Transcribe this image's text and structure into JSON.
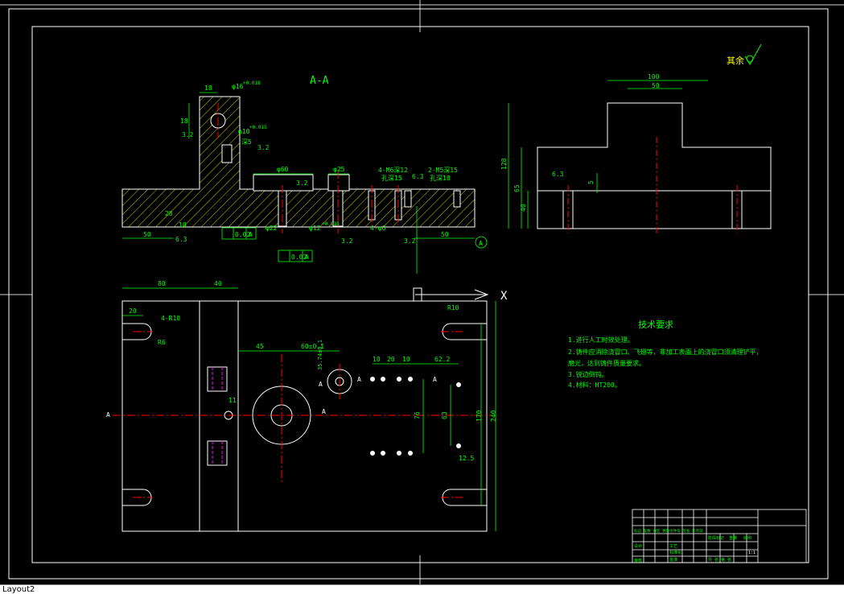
{
  "colors": {
    "background": "#000000",
    "geometry": "#ffffff",
    "dimension": "#00ff00",
    "centerline": "#ff0000",
    "hatch": "#ffff00",
    "text": "#00ff00",
    "hidden": "#ff00ff"
  },
  "statusbar": {
    "layout_tab": "Layout2"
  },
  "drawing": {
    "section_title": "A-A",
    "roughness_rest": "其余",
    "tech_title": "技术要求",
    "tech_notes": [
      "1.进行人工时效处理。",
      "2.铸件应消除浇冒口、飞翅等，非加工表面上的浇冒口须清理铲平，",
      "    磨光，达到铸件质量要求。",
      "3.锐边倒钝。",
      "4.材料：HT200。"
    ],
    "axis_x": "X",
    "front_dims": {
      "d18": "18",
      "phi16": "φ16",
      "tol1": "+0.018",
      "d18v": "18",
      "r32a": "3.2",
      "phi10": "φ10",
      "tol2": "+0.015",
      "deep5": "深5",
      "r32b": "3.2",
      "phi60": "φ60",
      "phi25": "φ25",
      "m6": "4-M6深12",
      "m6b": "孔深15",
      "r63": "6.3",
      "m5": "2-M5深15",
      "m5b": "孔深18",
      "r32c": "3.2",
      "d28": "28",
      "d10": "10",
      "d50a": "50",
      "r63b": "6.3",
      "gtol1": "0.02",
      "datumA1": "A",
      "phi22": "φ22",
      "phi12": "φ12",
      "tol3": "+0.018",
      "r32d": "3.2",
      "d4": "4-φ6",
      "r32e": "3.2",
      "d50b": "50",
      "gtol2": "0.02",
      "datumA2": "A",
      "datumMark": "A"
    },
    "side_dims": {
      "d100": "100",
      "d50": "50",
      "d128": "128",
      "d65": "65",
      "d40": "40",
      "r63": "6.3",
      "d5": "5"
    },
    "plan_dims": {
      "d80": "80",
      "d40": "40",
      "d20": "20",
      "r10a": "4-R10",
      "r6": "R6",
      "d45": "45",
      "d60": "60±0.1",
      "d35": "35.74±0.1",
      "d10a": "10",
      "d20b": "20",
      "d10b": "10",
      "d622": "62.2",
      "r10b": "R10",
      "d11": "11",
      "d76": "76",
      "d63": "63",
      "d125": "12.5",
      "d170": "170",
      "d240": "240",
      "secA1": "A",
      "secA2": "A",
      "secA3": "A",
      "secA4": "A",
      "secA5": "A"
    },
    "title_block": {
      "row1": "标记 处数 分区 更改文件号 签名 年月日",
      "row2": "设计",
      "row3": "审核",
      "c1": "阶段标记",
      "c2": "重量",
      "c3": "比例",
      "scale": "1:1",
      "c4": "共 张 第 张",
      "s1": "标准化",
      "s2": "工艺",
      "s3": "批准"
    }
  }
}
